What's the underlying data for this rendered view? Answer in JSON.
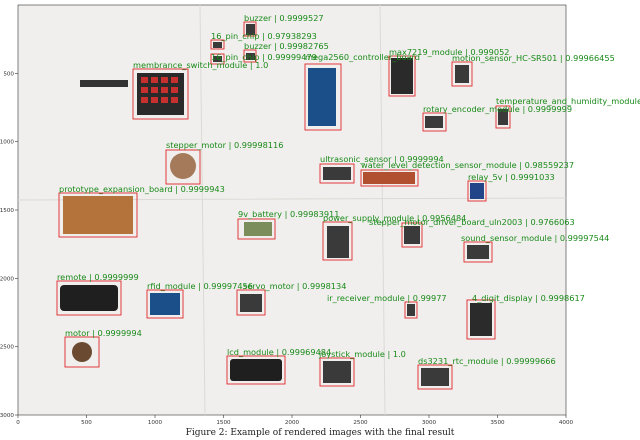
{
  "caption": "Figure 2: Example of rendered images with the final result",
  "axes": {
    "x_ticks": [
      "0",
      "500",
      "1000",
      "1500",
      "2000",
      "2500",
      "3000",
      "3500",
      "4000"
    ],
    "y_ticks": [
      "500",
      "1000",
      "1500",
      "2000",
      "2500",
      "3000"
    ]
  },
  "detections": [
    {
      "label": "buzzer | 0.9999527"
    },
    {
      "label": "16_pin_chip | 0.97938293"
    },
    {
      "label": "buzzer | 0.99982765"
    },
    {
      "label": "16_pin_chip | 0.99999479"
    },
    {
      "label": "mega2560_controller_board"
    },
    {
      "label": "max7219_module | 0.999052"
    },
    {
      "label": "motion_sensor_HC-SR501 | 0.99966455"
    },
    {
      "label": "membrance_switch_module | 1.0"
    },
    {
      "label": "rotary_encoder_module | 0.9999999"
    },
    {
      "label": "temperature_and_humidity_module"
    },
    {
      "label": "stepper_motor | 0.99998116"
    },
    {
      "label": "ultrasonic_sensor | 0.9999994"
    },
    {
      "label": "water_level_detection_sensor_module | 0.98559237"
    },
    {
      "label": "relay_5v | 0.9991033"
    },
    {
      "label": "prototype_expansion_board | 0.9999943"
    },
    {
      "label": "9v_battery | 0.99983911"
    },
    {
      "label": "power_supply_module | 0.9956484"
    },
    {
      "label": "stepper_motor_driver_board_uln2003 | 0.9766063"
    },
    {
      "label": "sound_sensor_module | 0.99997544"
    },
    {
      "label": "remote | 0.9999999"
    },
    {
      "label": "rfid_module | 0.99997456"
    },
    {
      "label": "servo_motor | 0.9998134"
    },
    {
      "label": "ir_receiver_module | 0.99977"
    },
    {
      "label": "4_digit_display | 0.9998617"
    },
    {
      "label": "motor | 0.9999994"
    },
    {
      "label": "lcd_module | 0.99969484"
    },
    {
      "label": "joystick_module | 1.0"
    },
    {
      "label": "ds3231_rtc_module | 0.99999666"
    }
  ]
}
